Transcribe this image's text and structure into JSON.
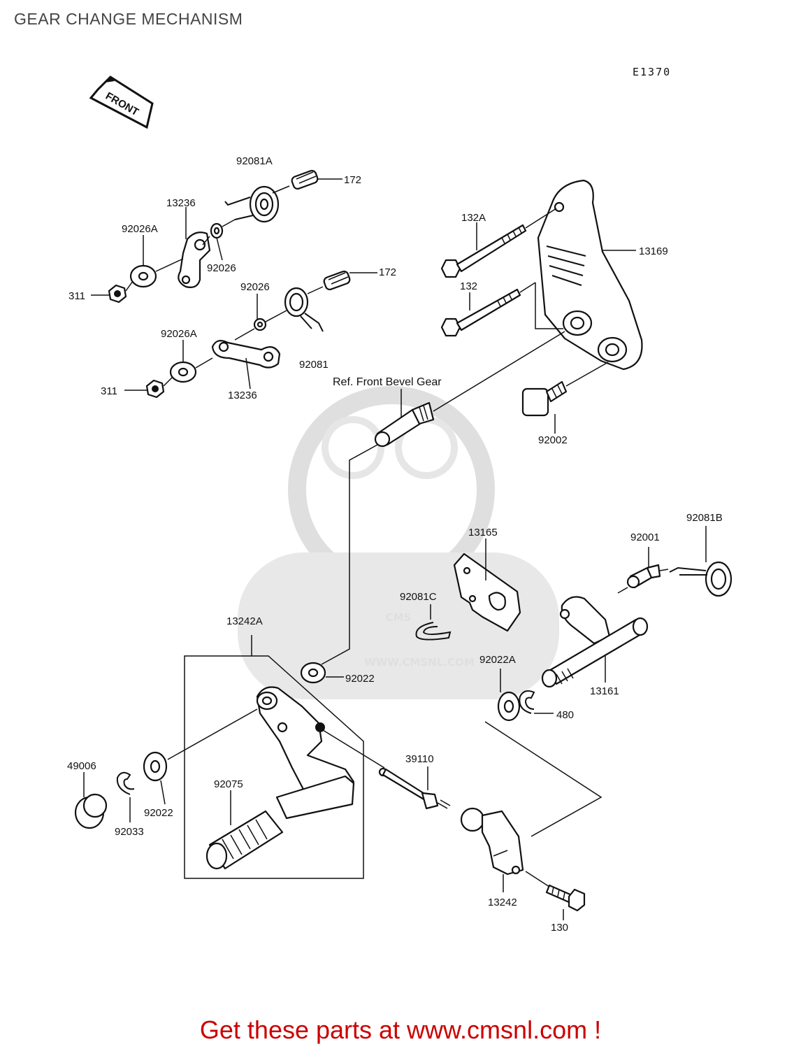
{
  "page_title": "GEAR CHANGE MECHANISM",
  "diagram_code": "E1370",
  "front_arrow_label": "FRONT",
  "ref_note": "Ref. Front Bevel Gear",
  "watermark": {
    "logo_text": "CMS",
    "url_text": "WWW.CMSNL.COM"
  },
  "callouts": {
    "p92081A": "92081A",
    "p172a": "172",
    "p13236a": "13236",
    "p92026Aa": "92026A",
    "p92026a": "92026",
    "p311a": "311",
    "p172b": "172",
    "p92026b": "92026",
    "p92026Ab": "92026A",
    "p92081": "92081",
    "p311b": "311",
    "p13236b": "13236",
    "p132A": "132A",
    "p13169": "13169",
    "p132": "132",
    "p92002": "92002",
    "p92081B": "92081B",
    "p92001": "92001",
    "p13165": "13165",
    "p92081C": "92081C",
    "p13242A": "13242A",
    "p92022a": "92022",
    "p92022A": "92022A",
    "p13161": "13161",
    "p480": "480",
    "p49006": "49006",
    "p92075": "92075",
    "p39110": "39110",
    "p92033": "92033",
    "p92022b": "92022",
    "p13242": "13242",
    "p130": "130"
  },
  "footer_cta": "Get these parts at www.cmsnl.com !",
  "colors": {
    "cta_red": "#cc0000",
    "ink": "#111111",
    "watermark_gray": "#dcdcdc"
  }
}
